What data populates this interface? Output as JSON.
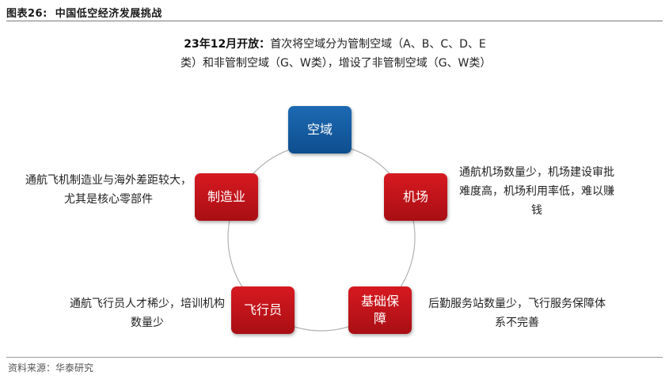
{
  "figure": {
    "number": "图表26:",
    "title": "中国低空经济发展挑战",
    "source": "资料来源：华泰研究"
  },
  "nodes": {
    "airspace": "空域",
    "airport": "机场",
    "infrastructure": "基础保障",
    "pilots": "飞行员",
    "manufacturing": "制造业"
  },
  "descriptions": {
    "airspace_highlight": "23年12月开放：",
    "airspace_text": "首次将空域分为管制空域（A、B、C、D、E类）和非管制空域（G、W类），增设了非管制空域（G、W类）",
    "airport": "通航机场数量少，机场建设审批难度高，机场利用率低，难以赚钱",
    "infrastructure": "后勤服务站数量少，飞行服务保障体系不完善",
    "pilots": "通航飞行员人才稀少，培训机构数量少",
    "manufacturing": "通航飞机制造业与海外差距较大，尤其是核心零部件"
  },
  "colors": {
    "hub_blue": "#0e4e8e",
    "node_red": "#c8161d",
    "ring_gray": "#b0b0b0"
  }
}
